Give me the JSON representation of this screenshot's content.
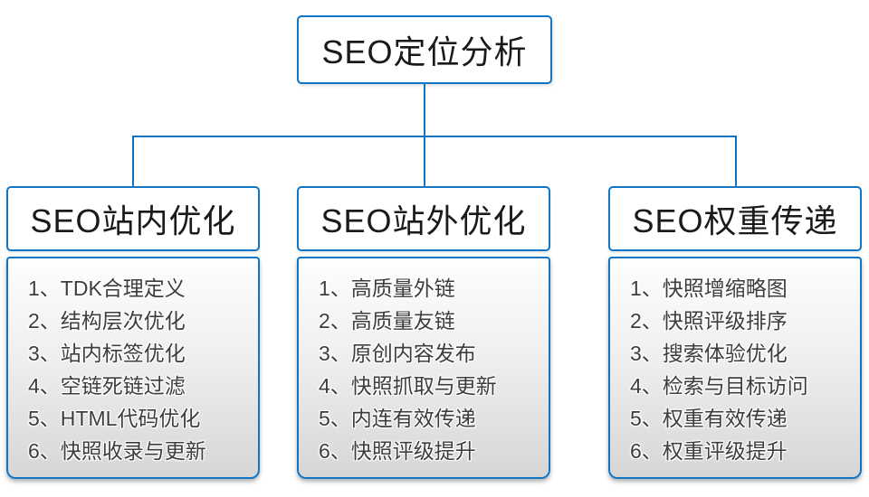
{
  "diagram": {
    "root_label": "SEO定位分析",
    "branches": [
      {
        "title": "SEO站内优化",
        "items": [
          "1、TDK合理定义",
          "2、结构层次优化",
          "3、站内标签优化",
          "4、空链死链过滤",
          "5、HTML代码优化",
          "6、快照收录与更新"
        ]
      },
      {
        "title": "SEO站外优化",
        "items": [
          "1、高质量外链",
          "2、高质量友链",
          "3、原创内容发布",
          "4、快照抓取与更新",
          "5、内连有效传递",
          "6、快照评级提升"
        ]
      },
      {
        "title": "SEO权重传递",
        "items": [
          "1、快照增缩略图",
          "2、快照评级排序",
          "3、搜索体验优化",
          "4、检索与目标访问",
          "5、权重有效传递",
          "6、权重评级提升"
        ]
      }
    ],
    "colors": {
      "line_blue": "#0d74c4",
      "border_blue": "#0f76c6",
      "header_text": "#1a1a1a",
      "item_text": "#3d3d3d",
      "list_gradient_top": "#fefefe",
      "list_gradient_bottom": "#d6d6d6"
    }
  }
}
